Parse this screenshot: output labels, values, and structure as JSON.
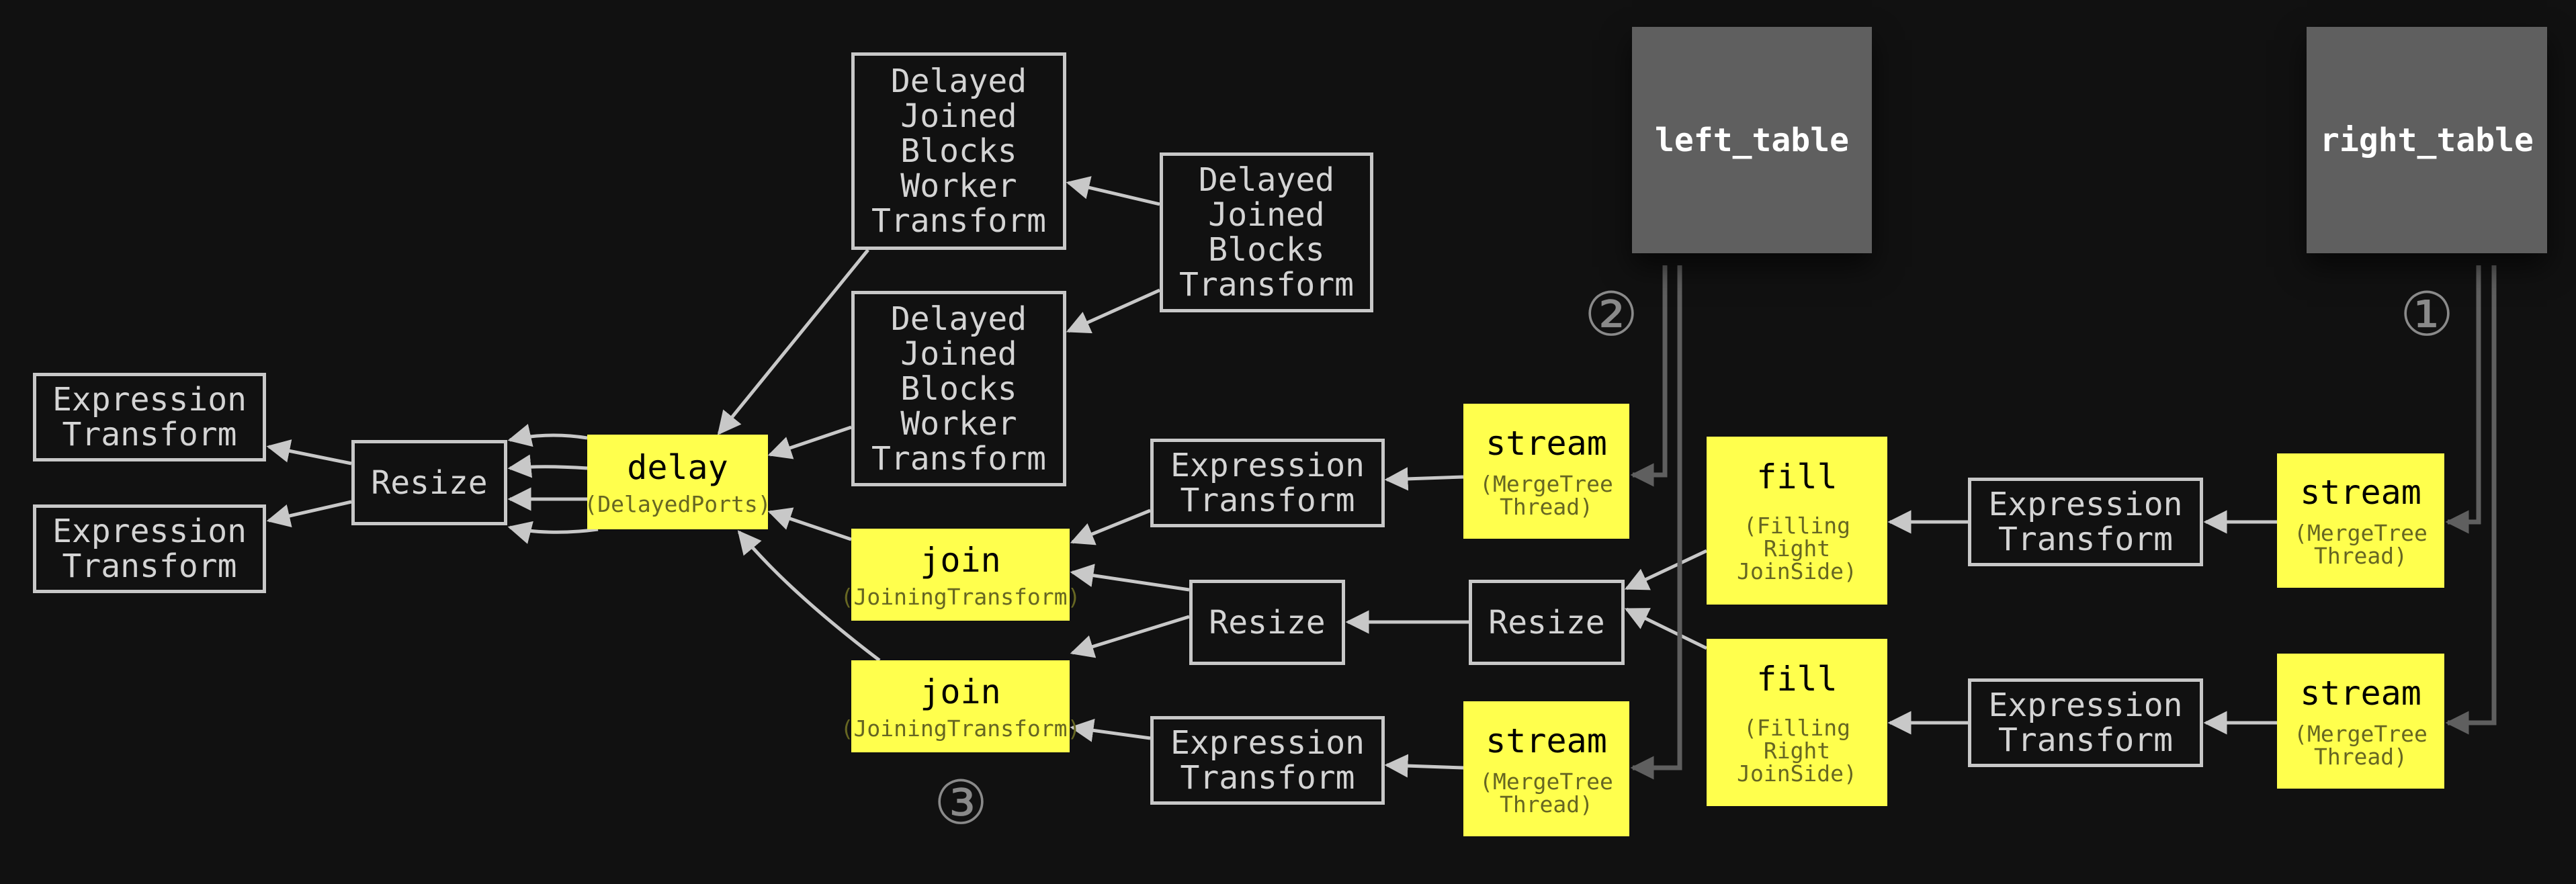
{
  "nodes": {
    "expr_out_1": "Expression\nTransform",
    "expr_out_2": "Expression\nTransform",
    "resize_out": "Resize",
    "delay": {
      "title": "delay",
      "sub": "(DelayedPorts)"
    },
    "djbwt_1": "Delayed\nJoined\nBlocks\nWorker\nTransform",
    "djbwt_2": "Delayed\nJoined\nBlocks\nWorker\nTransform",
    "djbt": "Delayed\nJoined\nBlocks\nTransform",
    "expr_left_1": "Expression\nTransform",
    "expr_left_2": "Expression\nTransform",
    "join_1": {
      "title": "join",
      "sub": "(JoiningTransform)"
    },
    "join_2": {
      "title": "join",
      "sub": "(JoiningTransform)"
    },
    "resize_mid": "Resize",
    "resize_right": "Resize",
    "stream_left_1": {
      "title": "stream",
      "sub": "(MergeTree\nThread)"
    },
    "stream_left_2": {
      "title": "stream",
      "sub": "(MergeTree\nThread)"
    },
    "fill_1": {
      "title": "fill",
      "sub": "(Filling\nRight\nJoinSide)"
    },
    "fill_2": {
      "title": "fill",
      "sub": "(Filling\nRight\nJoinSide)"
    },
    "expr_right_1": "Expression\nTransform",
    "expr_right_2": "Expression\nTransform",
    "stream_right_1": {
      "title": "stream",
      "sub": "(MergeTree\nThread)"
    },
    "stream_right_2": {
      "title": "stream",
      "sub": "(MergeTree\nThread)"
    },
    "left_table": "left_table",
    "right_table": "right_table"
  },
  "markers": {
    "one": "①",
    "two": "②",
    "three": "③"
  },
  "edges": [
    [
      "resize_out",
      "expr_out_1"
    ],
    [
      "resize_out",
      "expr_out_2"
    ],
    [
      "delay",
      "resize_out"
    ],
    [
      "delay",
      "resize_out"
    ],
    [
      "delay",
      "resize_out"
    ],
    [
      "delay",
      "resize_out"
    ],
    [
      "djbwt_1",
      "delay"
    ],
    [
      "djbwt_2",
      "delay"
    ],
    [
      "join_1",
      "delay"
    ],
    [
      "join_2",
      "delay"
    ],
    [
      "djbt",
      "djbwt_1"
    ],
    [
      "djbt",
      "djbwt_2"
    ],
    [
      "expr_left_1",
      "join_1"
    ],
    [
      "resize_mid",
      "join_1"
    ],
    [
      "resize_mid",
      "join_2"
    ],
    [
      "expr_left_2",
      "join_2"
    ],
    [
      "stream_left_1",
      "expr_left_1"
    ],
    [
      "stream_left_2",
      "expr_left_2"
    ],
    [
      "resize_right",
      "resize_mid"
    ],
    [
      "fill_1",
      "resize_right"
    ],
    [
      "fill_2",
      "resize_right"
    ],
    [
      "expr_right_1",
      "fill_1"
    ],
    [
      "expr_right_2",
      "fill_2"
    ],
    [
      "stream_right_1",
      "expr_right_1"
    ],
    [
      "stream_right_2",
      "expr_right_2"
    ],
    [
      "left_table",
      "stream_left_1"
    ],
    [
      "left_table",
      "stream_left_2"
    ],
    [
      "right_table",
      "stream_right_1"
    ],
    [
      "right_table",
      "stream_right_2"
    ]
  ],
  "colors": {
    "background": "#111111",
    "edge": "#c8c8c8",
    "table_edge": "#5f5f5f",
    "highlight": "#ffff4d",
    "table": "#5f5f5f"
  }
}
